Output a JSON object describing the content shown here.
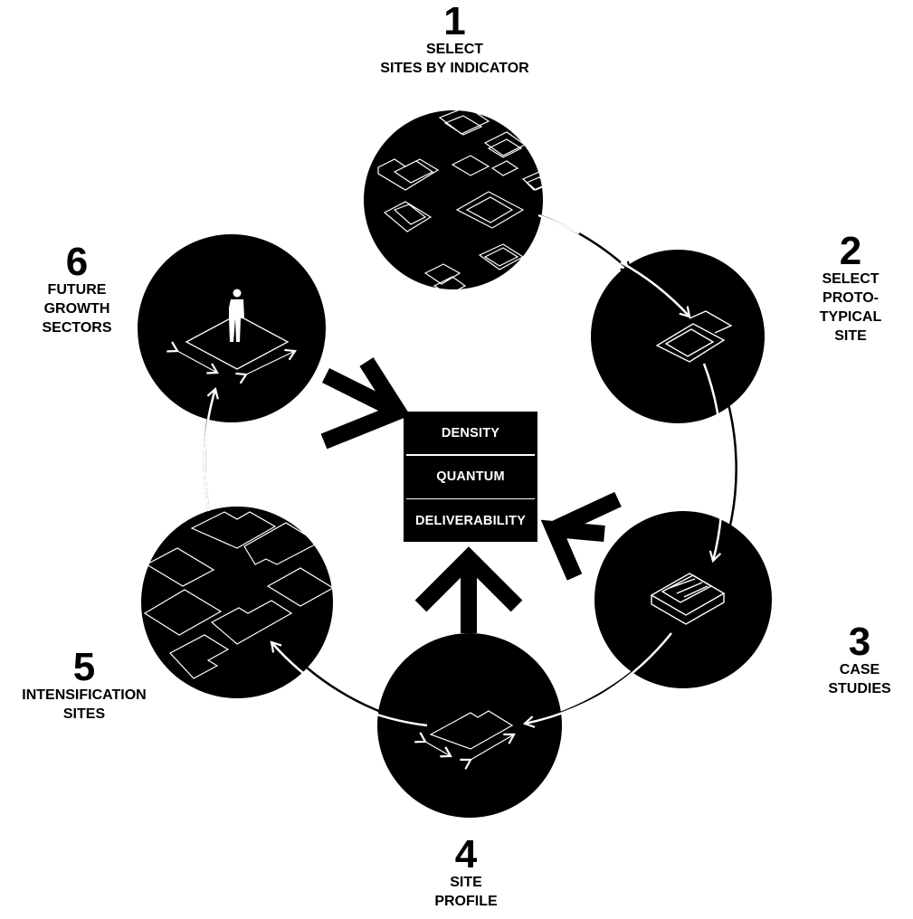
{
  "steps": [
    {
      "number": "1",
      "label": "SELECT\nSITES BY INDICATOR"
    },
    {
      "number": "2",
      "label": "SELECT\nPROTO-\nTYPICAL\nSITE"
    },
    {
      "number": "3",
      "label": "CASE\nSTUDIES"
    },
    {
      "number": "4",
      "label": "SITE\nPROFILE"
    },
    {
      "number": "5",
      "label": "INTENSIFICATION\nSITES"
    },
    {
      "number": "6",
      "label": "FUTURE\nGROWTH\nSECTORS"
    }
  ],
  "center": {
    "items": [
      "DENSITY",
      "QUANTUM",
      "DELIVERABILITY"
    ]
  },
  "colors": {
    "circle_fill": "#000000",
    "line": "#ffffff",
    "background": "#ffffff"
  },
  "icons": {
    "step1": "scattered-site-footprints-icon",
    "step2": "single-prototypical-site-icon",
    "step3": "case-study-building-icon",
    "step4": "site-profile-dimension-icon",
    "step5": "intensification-site-grid-icon",
    "step6": "human-scale-figure-icon"
  }
}
